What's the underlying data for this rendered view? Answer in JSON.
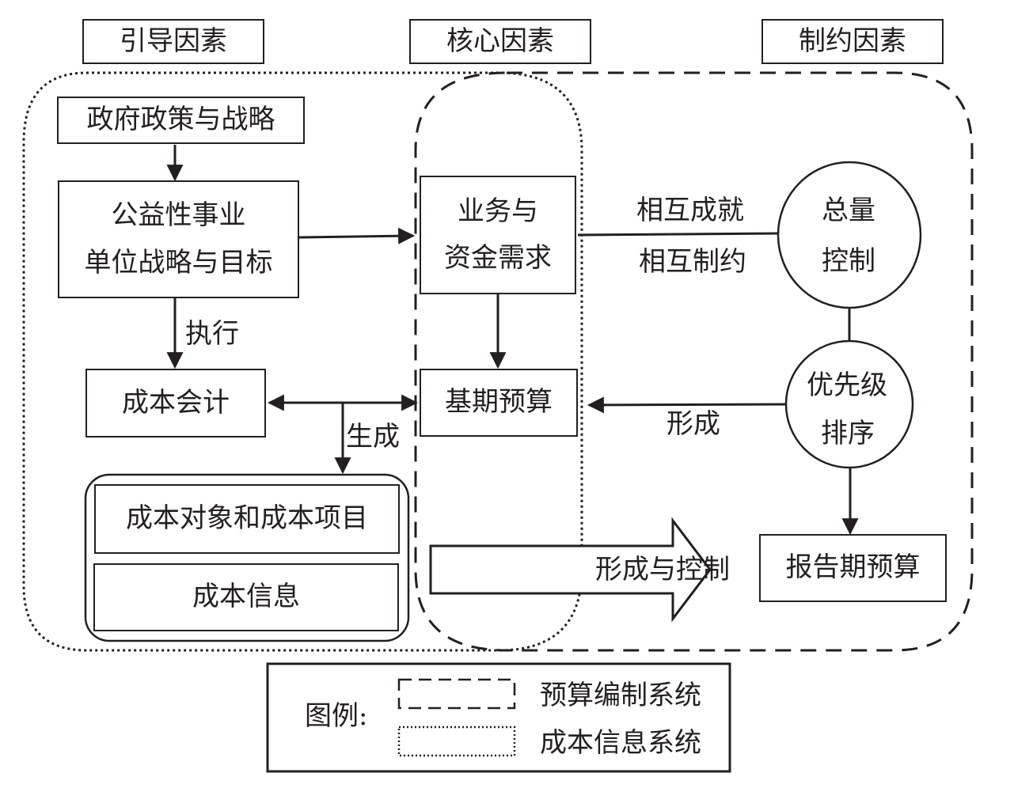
{
  "headers": {
    "guiding": "引导因素",
    "core": "核心因素",
    "constraint": "制约因素"
  },
  "nodes": {
    "gov_policy": "政府政策与战略",
    "unit_strategy": [
      "公益性事业",
      "单位战略与目标"
    ],
    "business_funding": [
      "业务与",
      "资金需求"
    ],
    "total_control": [
      "总量",
      "控制"
    ],
    "cost_accounting": "成本会计",
    "base_budget": "基期预算",
    "priority": [
      "优先级",
      "排序"
    ],
    "cost_objects": "成本对象和成本项目",
    "cost_info": "成本信息",
    "report_budget": "报告期预算"
  },
  "edge_labels": {
    "execute": "执行",
    "generate": "生成",
    "mutual_achieve": "相互成就",
    "mutual_constrain": "相互制约",
    "form": "形成",
    "form_and_control": "形成与控制"
  },
  "legend": {
    "title": "图例:",
    "items": [
      {
        "style": "dashed",
        "label": "预算编制系统"
      },
      {
        "style": "dotted",
        "label": "成本信息系统"
      }
    ]
  },
  "colors": {
    "stroke": "#231f20",
    "background": "#ffffff"
  }
}
